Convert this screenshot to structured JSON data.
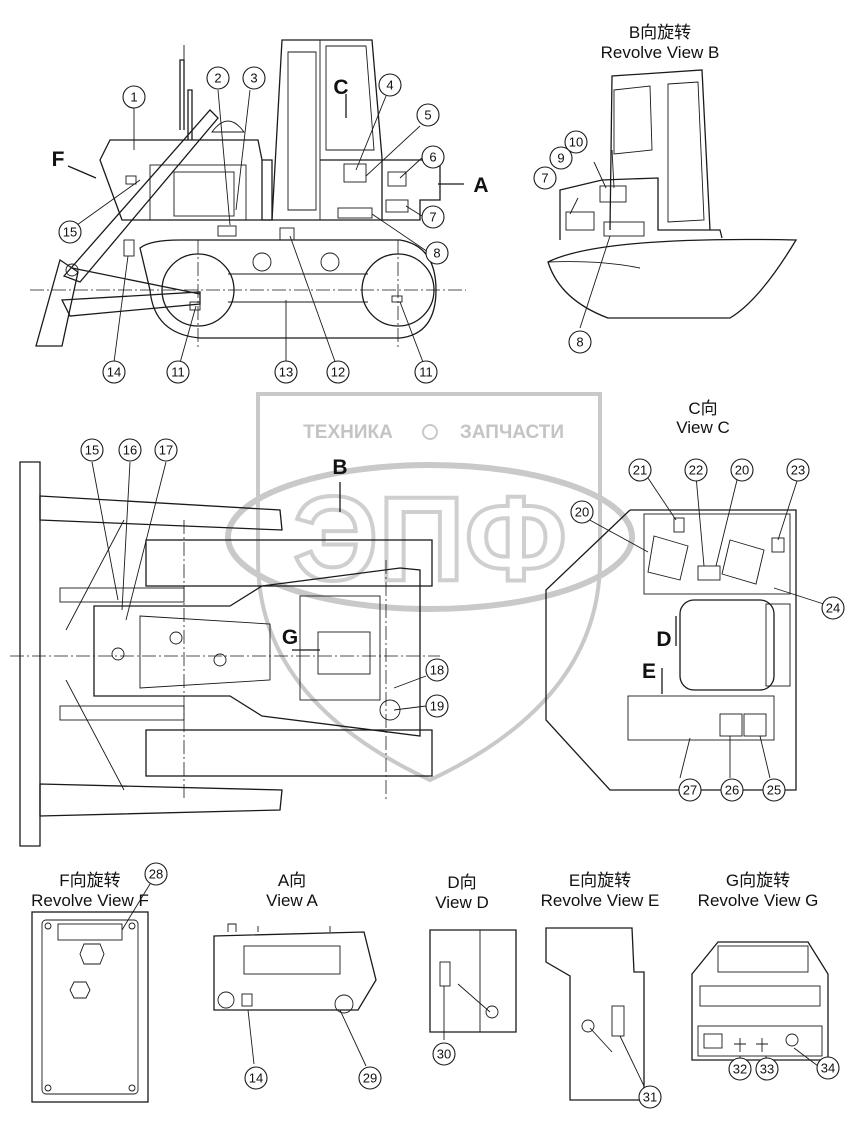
{
  "views": {
    "b_title_cn": "B向旋转",
    "b_title_en": "Revolve View B",
    "c_title_cn": "C向",
    "c_title_en": "View C",
    "f_title_cn": "F向旋转",
    "f_title_en": "Revolve View F",
    "a_title_cn": "A向",
    "a_title_en": "View A",
    "d_title_cn": "D向",
    "d_title_en": "View D",
    "e_title_cn": "E向旋转",
    "e_title_en": "Revolve View E",
    "g_title_cn": "G向旋转",
    "g_title_en": "Revolve View G"
  },
  "arrows": {
    "a": "A",
    "b": "B",
    "c": "C",
    "d": "D",
    "e": "E",
    "f": "F",
    "g": "G"
  },
  "watermark": {
    "left_text": "ТЕХНИКА",
    "right_text": "ЗАПЧАСТИ",
    "logo_text": "ЭПФ"
  },
  "callouts": {
    "c1": "1",
    "c2": "2",
    "c3": "3",
    "c4": "4",
    "c5": "5",
    "c6": "6",
    "c7": "7",
    "c8": "8",
    "c11": "11",
    "c12": "12",
    "c13": "13",
    "c14": "14",
    "c15": "15",
    "b7": "7",
    "b8": "8",
    "b9": "9",
    "b10": "10",
    "t15": "15",
    "t16": "16",
    "t17": "17",
    "t18": "18",
    "t19": "19",
    "v20": "20",
    "v21": "21",
    "v22": "22",
    "v23": "23",
    "v24": "24",
    "v25": "25",
    "v26": "26",
    "v27": "27",
    "f28": "28",
    "a14": "14",
    "a29": "29",
    "d30": "30",
    "e31": "31",
    "g32": "32",
    "g33": "33",
    "g34": "34"
  }
}
